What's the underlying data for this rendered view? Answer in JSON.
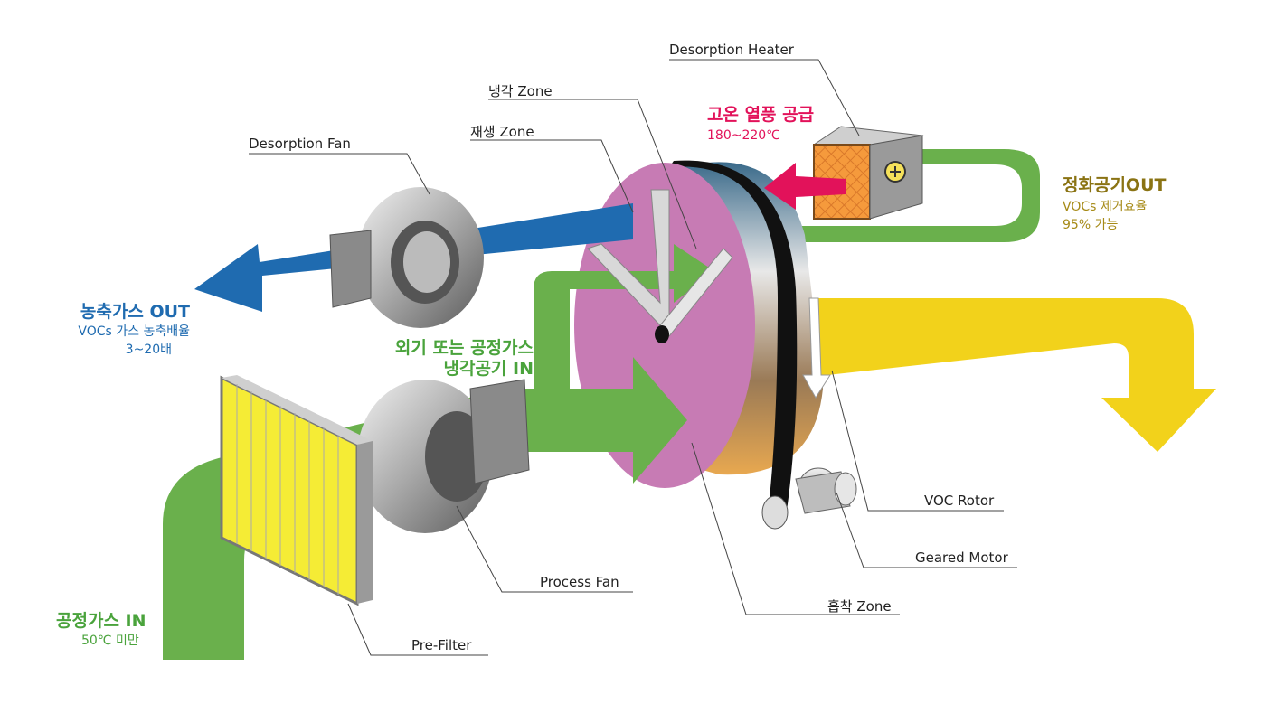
{
  "labels": {
    "desorption_heater": "Desorption Heater",
    "cooling_zone": "냉각 Zone",
    "regen_zone": "재생 Zone",
    "desorption_fan": "Desorption Fan",
    "hot_air_supply": "고온 열풍 공급",
    "hot_air_temp": "180~220℃",
    "clean_air_out": "정화공기OUT",
    "clean_air_line1": "VOCs 제거효율",
    "clean_air_line2": "95% 가능",
    "conc_gas_out": "농축가스 OUT",
    "conc_gas_line1": "VOCs 가스 농축배율",
    "conc_gas_line2": "3~20배",
    "outside_air_line1": "외기 또는 공정가스",
    "outside_air_line2": "냉각공기 IN",
    "process_gas_in": "공정가스 IN",
    "process_gas_temp": "50℃ 미만",
    "voc_rotor": "VOC Rotor",
    "geared_motor": "Geared Motor",
    "process_fan": "Process Fan",
    "adsorption_zone": "흡착 Zone",
    "pre_filter": "Pre-Filter"
  },
  "colors": {
    "blue": "#1f6bb0",
    "green": "#6ab04c",
    "yellow": "#f2d21b",
    "magenta": "#e2125a",
    "rotor_face": "#c77bb4",
    "heater_orange": "#f59a3c"
  }
}
